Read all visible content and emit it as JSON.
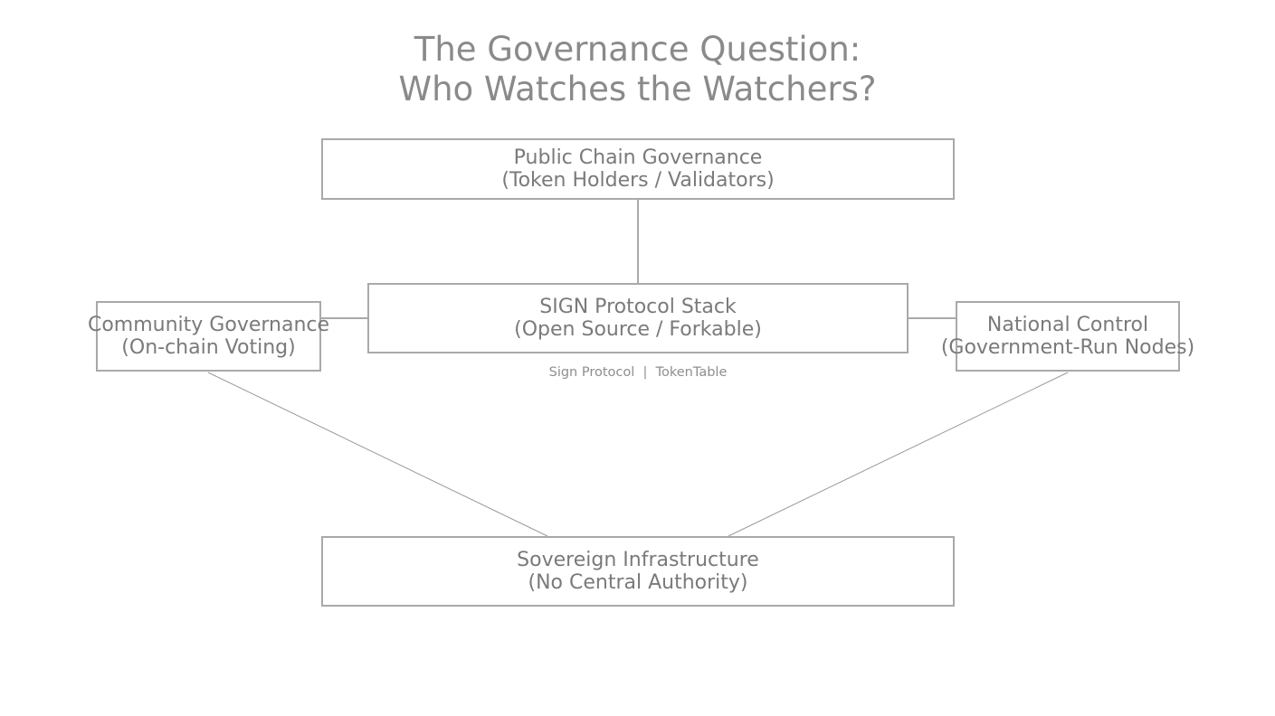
{
  "title": {
    "line1": "The Governance Question:",
    "line2": "Who Watches the Watchers?"
  },
  "nodes": {
    "public_chain": {
      "line1": "Public Chain Governance",
      "line2": "(Token Holders / Validators)"
    },
    "sign_stack": {
      "line1": "SIGN Protocol Stack",
      "line2": "(Open Source / Forkable)"
    },
    "community": {
      "line1": "Community Governance",
      "line2": "(On-chain Voting)"
    },
    "national": {
      "line1": "National Control",
      "line2": "(Government-Run Nodes)"
    },
    "sovereign": {
      "line1": "Sovereign Infrastructure",
      "line2": "(No Central Authority)"
    }
  },
  "caption": "Sign Protocol  |  TokenTable",
  "edges": [
    {
      "from": "Public Chain Governance",
      "to": "SIGN Protocol Stack"
    },
    {
      "from": "Community Governance",
      "to": "SIGN Protocol Stack"
    },
    {
      "from": "National Control",
      "to": "SIGN Protocol Stack"
    },
    {
      "from": "Community Governance",
      "to": "Sovereign Infrastructure"
    },
    {
      "from": "National Control",
      "to": "Sovereign Infrastructure"
    }
  ],
  "colors": {
    "title": "#8a8a8a",
    "node_text": "#7a7a7a",
    "node_border": "#a9a9a9",
    "caption": "#8e8e8e",
    "edge": "#9a9a9a",
    "connector": "#a9a9a9"
  }
}
